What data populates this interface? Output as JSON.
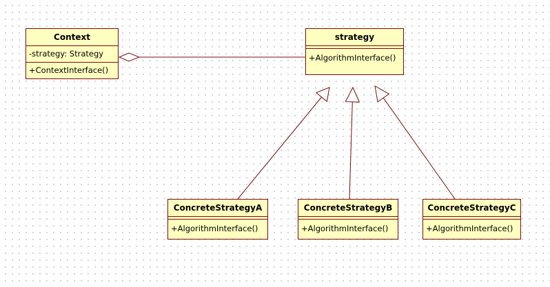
{
  "classes": {
    "context": {
      "name": "Context",
      "attributes": [
        "-strategy: Strategy"
      ],
      "operations": [
        "+ContextInterface()"
      ]
    },
    "strategy": {
      "name": "strategy",
      "attributes": [],
      "operations": [
        "+AlgorithmInterface()"
      ]
    },
    "concrete_a": {
      "name": "ConcreteStrategyA",
      "attributes": [],
      "operations": [
        "+AlgorithmInterface()"
      ]
    },
    "concrete_b": {
      "name": "ConcreteStrategyB",
      "attributes": [],
      "operations": [
        "+AlgorithmInterface()"
      ]
    },
    "concrete_c": {
      "name": "ConcreteStrategyC",
      "attributes": [],
      "operations": [
        "+AlgorithmInterface()"
      ]
    }
  },
  "relationships": [
    {
      "type": "aggregation",
      "from": "context",
      "to": "strategy"
    },
    {
      "type": "generalization",
      "from": "concrete_a",
      "to": "strategy"
    },
    {
      "type": "generalization",
      "from": "concrete_b",
      "to": "strategy"
    },
    {
      "type": "generalization",
      "from": "concrete_c",
      "to": "strategy"
    }
  ],
  "colors": {
    "class_fill": "#ffffc0",
    "line": "#7a0c0c",
    "grid_dot": "#c9c9c9"
  }
}
